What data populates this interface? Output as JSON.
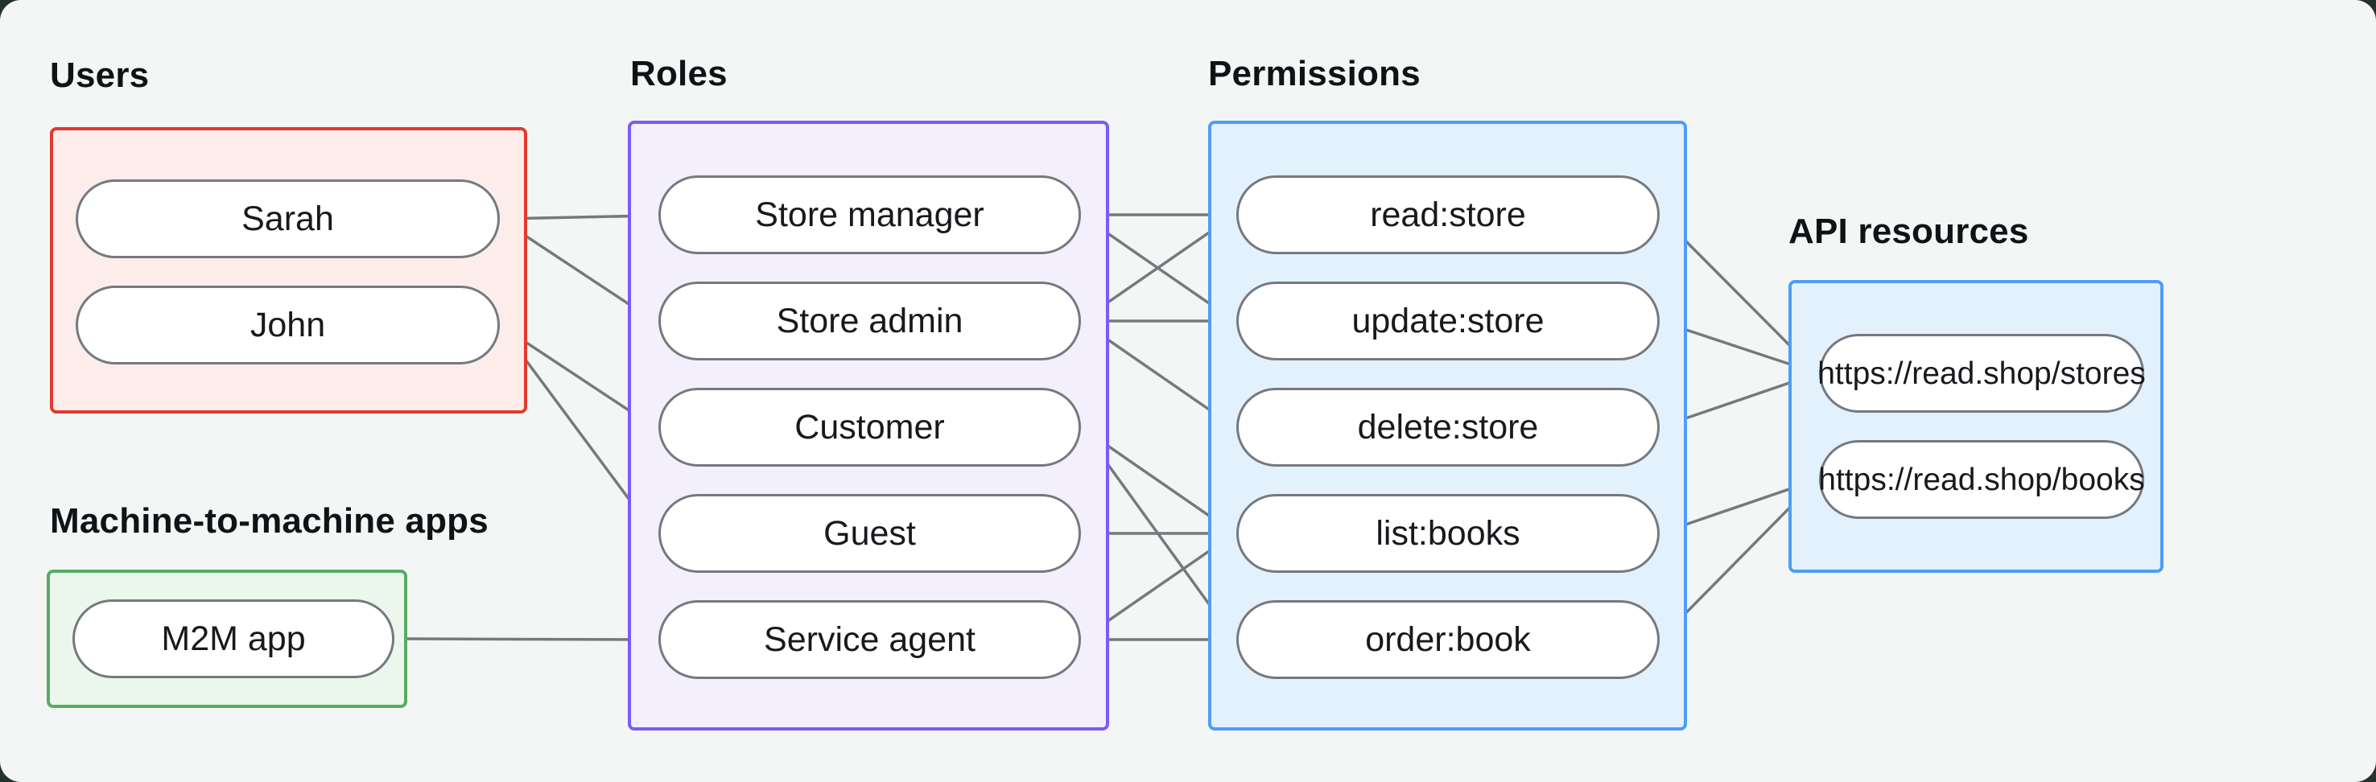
{
  "diagram_title": "RBAC authorization diagram",
  "colors": {
    "backdrop": "#24342C",
    "canvas_background": "#F4F6F5",
    "users_stroke": "#E13A2F",
    "users_fill": "#FCEDEB",
    "m2m_stroke": "#54AE63",
    "m2m_fill": "#EBF6EC",
    "roles_stroke": "#7B5BF3",
    "roles_fill": "#F3EFFD",
    "permissions_stroke": "#4E9DF6",
    "permissions_fill": "#E3F1FD",
    "api_resources_stroke": "#4E9DF6",
    "api_resources_fill": "#E3F1FD",
    "node_fill": "#FFFFFF",
    "node_stroke": "#75797E",
    "edge_color": "#75797E",
    "node_text": "#17191C",
    "label_text": "#101316"
  },
  "groups": {
    "users": {
      "label": "Users",
      "nodes": [
        {
          "id": "sarah",
          "label": "Sarah"
        },
        {
          "id": "john",
          "label": "John"
        }
      ]
    },
    "m2m": {
      "label": "Machine-to-machine apps",
      "nodes": [
        {
          "id": "m2m-app",
          "label": "M2M app"
        }
      ]
    },
    "roles": {
      "label": "Roles",
      "nodes": [
        {
          "id": "store-manager",
          "label": "Store manager"
        },
        {
          "id": "store-admin",
          "label": "Store admin"
        },
        {
          "id": "customer",
          "label": "Customer"
        },
        {
          "id": "guest",
          "label": "Guest"
        },
        {
          "id": "service-agent",
          "label": "Service agent"
        }
      ]
    },
    "permissions": {
      "label": "Permissions",
      "nodes": [
        {
          "id": "read-store",
          "label": "read:store"
        },
        {
          "id": "update-store",
          "label": "update:store"
        },
        {
          "id": "delete-store",
          "label": "delete:store"
        },
        {
          "id": "list-books",
          "label": "list:books"
        },
        {
          "id": "order-book",
          "label": "order:book"
        }
      ]
    },
    "api_resources": {
      "label": "API resources",
      "nodes": [
        {
          "id": "stores-api",
          "label": "https://read.shop/stores"
        },
        {
          "id": "books-api",
          "label": "https://read.shop/books"
        }
      ]
    }
  },
  "edges": [
    {
      "from": "sarah",
      "to": "store-manager"
    },
    {
      "from": "sarah",
      "to": "store-admin"
    },
    {
      "from": "john",
      "to": "customer"
    },
    {
      "from": "john",
      "to": "guest"
    },
    {
      "from": "m2m-app",
      "to": "service-agent"
    },
    {
      "from": "store-manager",
      "to": "read-store"
    },
    {
      "from": "store-manager",
      "to": "update-store"
    },
    {
      "from": "store-admin",
      "to": "read-store"
    },
    {
      "from": "store-admin",
      "to": "update-store"
    },
    {
      "from": "store-admin",
      "to": "delete-store"
    },
    {
      "from": "customer",
      "to": "list-books"
    },
    {
      "from": "customer",
      "to": "order-book"
    },
    {
      "from": "guest",
      "to": "list-books"
    },
    {
      "from": "service-agent",
      "to": "list-books"
    },
    {
      "from": "service-agent",
      "to": "order-book"
    },
    {
      "from": "read-store",
      "to": "stores-api"
    },
    {
      "from": "update-store",
      "to": "stores-api"
    },
    {
      "from": "delete-store",
      "to": "stores-api"
    },
    {
      "from": "list-books",
      "to": "books-api"
    },
    {
      "from": "order-book",
      "to": "books-api"
    }
  ]
}
